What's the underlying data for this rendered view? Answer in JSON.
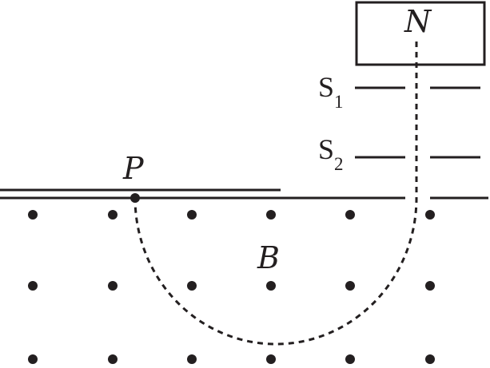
{
  "labels": {
    "source": "N",
    "slit_1": "S",
    "slit_1_subscript": "1",
    "slit_2": "S",
    "slit_2_subscript": "2",
    "point": "P",
    "field": "B"
  },
  "colors": {
    "ink": "#231f20",
    "background": "#ffffff"
  },
  "field": {
    "direction": "out-of-page",
    "marker": "dot",
    "rows": 3,
    "columns": 6
  },
  "particle_path": {
    "style": "dashed",
    "shape": "semicircle"
  }
}
